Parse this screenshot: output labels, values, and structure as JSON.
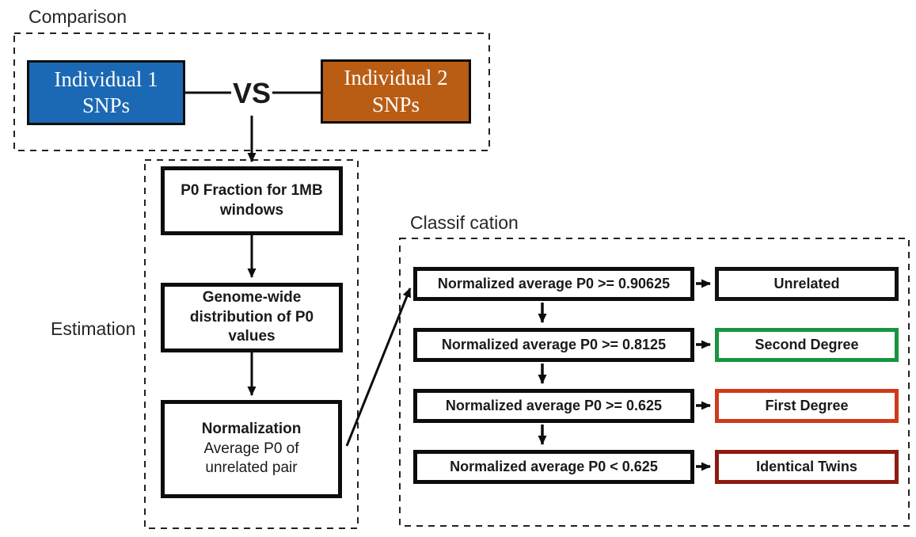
{
  "comparison": {
    "label": "Comparison",
    "individual1_line1": "Individual 1",
    "individual1_line2": "SNPs",
    "individual1_color": "#1b69b4",
    "vs_label": "VS",
    "individual2_line1": "Individual 2",
    "individual2_line2": "SNPs",
    "individual2_color": "#b95d15"
  },
  "estimation": {
    "label": "Estimation",
    "step1": "P0 Fraction for 1MB windows",
    "step2": "Genome-wide distribution of P0 values",
    "step3_title": "Normalization",
    "step3_line2": "Average P0 of",
    "step3_line3": "unrelated pair"
  },
  "classification": {
    "label": "Classif cation",
    "rules": [
      {
        "condition": "Normalized average P0 >= 0.90625",
        "result": "Unrelated",
        "result_border": "#111111"
      },
      {
        "condition": "Normalized average P0 >= 0.8125",
        "result": "Second Degree",
        "result_border": "#189441"
      },
      {
        "condition": "Normalized average P0 >= 0.625",
        "result": "First Degree",
        "result_border": "#cf3a1b"
      },
      {
        "condition": "Normalized average P0 < 0.625",
        "result": "Identical Twins",
        "result_border": "#8d1b10"
      }
    ]
  }
}
